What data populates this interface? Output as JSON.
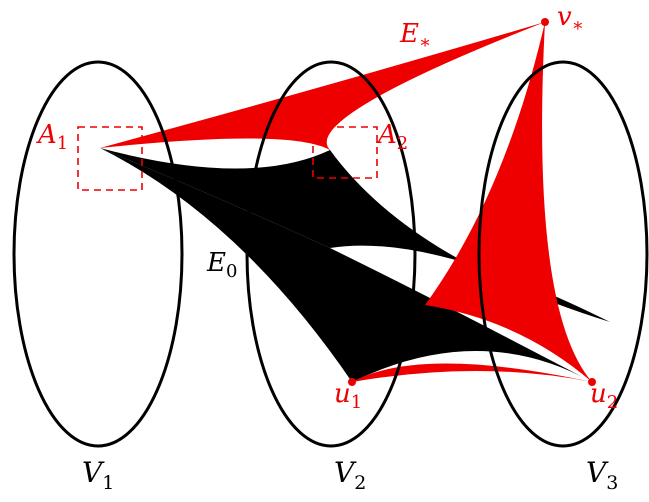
{
  "colors": {
    "accent": "#ee0000",
    "ink": "#000000"
  },
  "labels": {
    "v_star": {
      "base": "v",
      "sub": "∗"
    },
    "E_star": {
      "base": "E",
      "sub": "∗"
    },
    "A1": {
      "base": "A",
      "sub": "1"
    },
    "A2": {
      "base": "A",
      "sub": "2"
    },
    "E0": {
      "base": "E",
      "sub": "0"
    },
    "u1": {
      "base": "u",
      "sub": "1"
    },
    "u2": {
      "base": "u",
      "sub": "2"
    },
    "V1": {
      "base": "V",
      "sub": "1"
    },
    "V2": {
      "base": "V",
      "sub": "2"
    },
    "V3": {
      "base": "V",
      "sub": "3"
    }
  }
}
